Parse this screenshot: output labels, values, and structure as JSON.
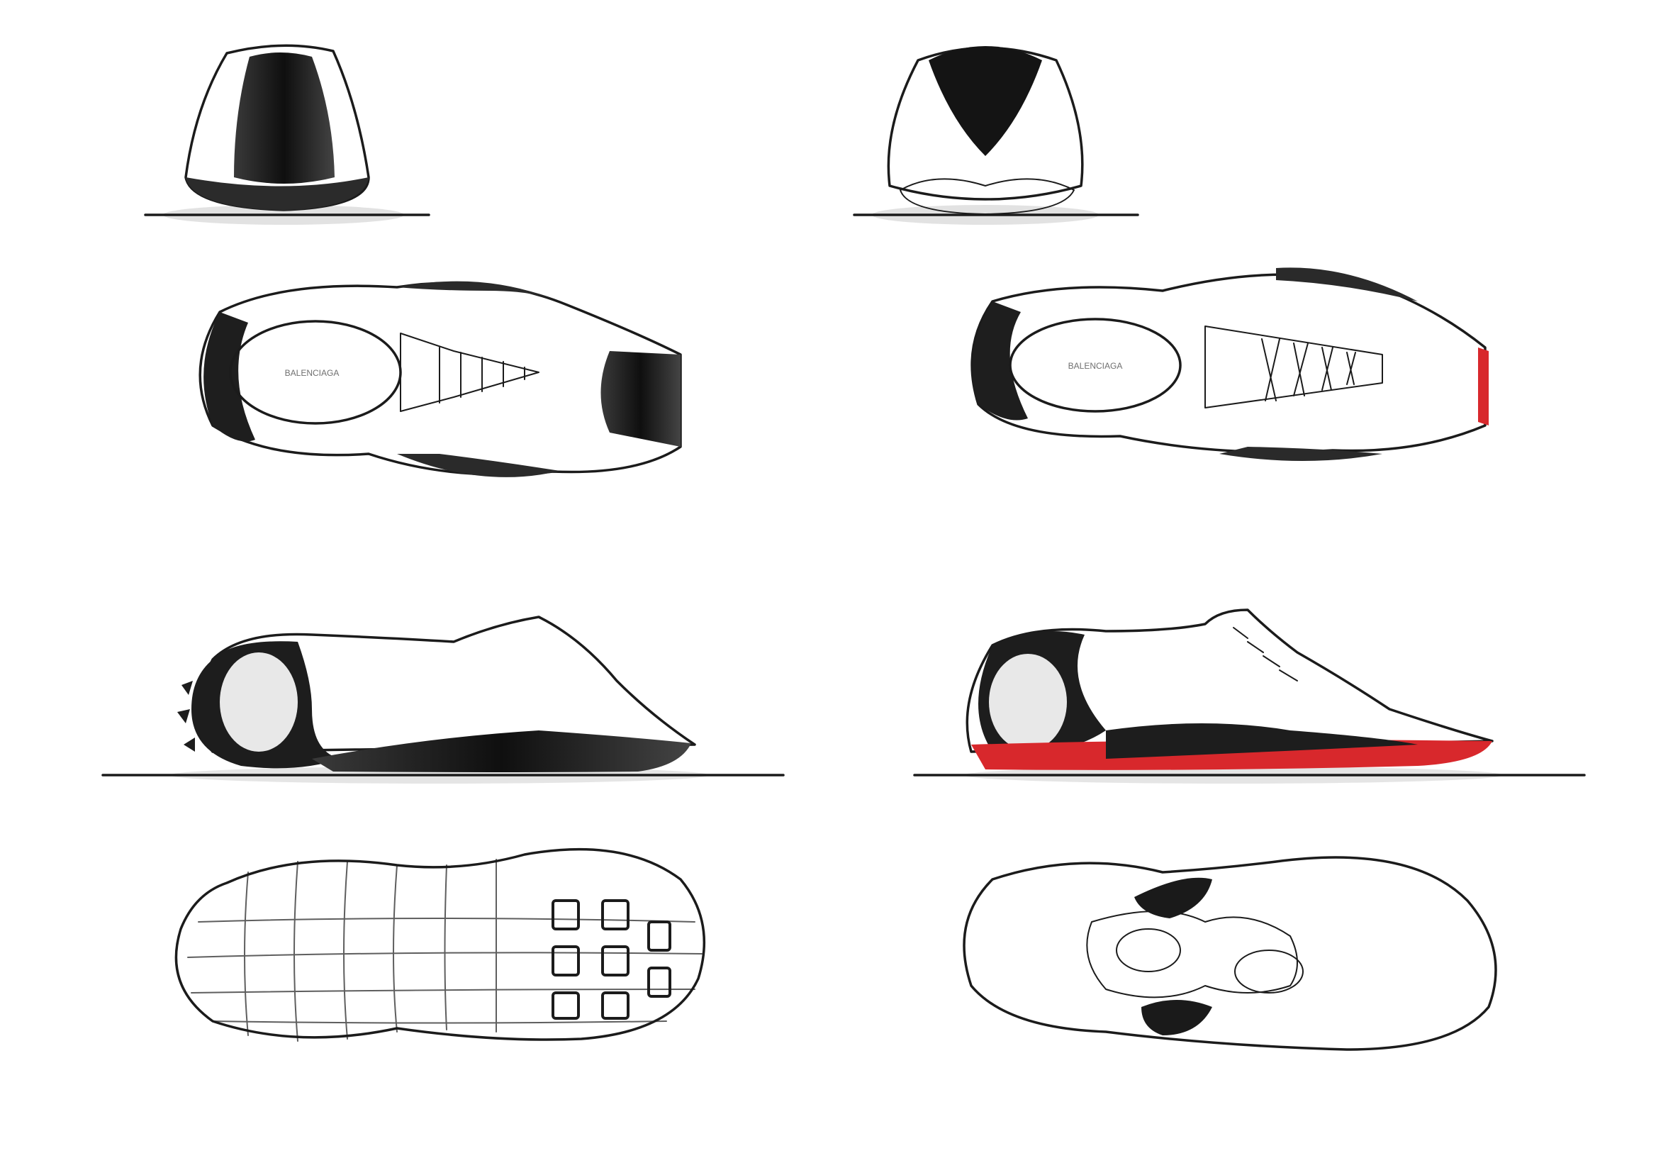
{
  "sheet": {
    "title": "",
    "views": [
      {
        "name": "rear-view-dark-variant"
      },
      {
        "name": "rear-view-red-variant"
      },
      {
        "name": "top-view-dark-variant"
      },
      {
        "name": "top-view-red-variant"
      },
      {
        "name": "side-view-dark-variant"
      },
      {
        "name": "side-view-red-variant"
      },
      {
        "name": "outsole-view-dark-variant"
      },
      {
        "name": "outsole-view-red-variant"
      }
    ]
  },
  "colors": {
    "background": "#ffffff",
    "ink": "#1b1b1b",
    "upper_light": "#e6e6e6",
    "upper_mid": "#bdbdbd",
    "upper_dark": "#2a2a2a",
    "accent_red": "#d8282c",
    "ground_shadow": "#8a8a8a"
  },
  "insole_logo_text": "BALENCIAGA"
}
